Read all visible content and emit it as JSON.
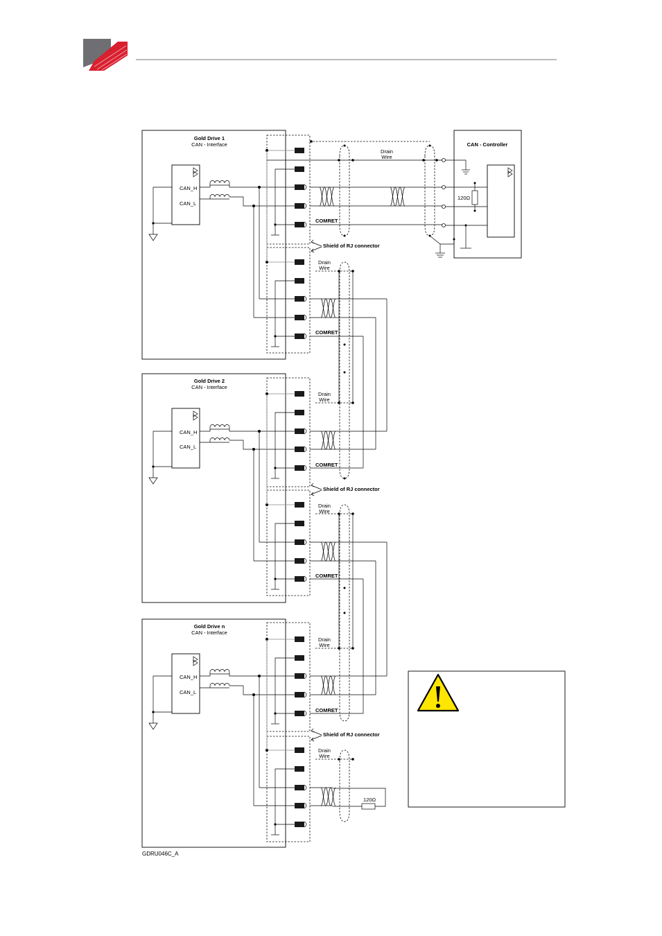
{
  "header": {
    "logo_colors": {
      "gray": "#6f6f73",
      "red": "#d8202f"
    }
  },
  "drive1": {
    "title": "Gold Drive 1",
    "subtitle": "CAN -  Interface",
    "can_h": "CAN_H",
    "can_l": "CAN_L"
  },
  "drive2": {
    "title": "Gold Drive 2",
    "subtitle": "CAN -  Interface",
    "can_h": "CAN_H",
    "can_l": "CAN_L"
  },
  "driven": {
    "title": "Gold Drive n",
    "subtitle": "CAN -  Interface",
    "can_h": "CAN_H",
    "can_l": "CAN_L"
  },
  "controller": {
    "title": "CAN -  Controller",
    "resistor": "120Ω",
    "drain_line1": "Drain",
    "drain_line2": "Wire"
  },
  "labels": {
    "comret": "COMRET",
    "shield": "Shield of RJ connector",
    "drain_line1": "Drain",
    "drain_line2": "Wire",
    "terminator": "120Ω"
  },
  "figure_code": "GDRU046C_A",
  "warning": {
    "icon": "warning-triangle-icon",
    "color": "#ffe600"
  }
}
